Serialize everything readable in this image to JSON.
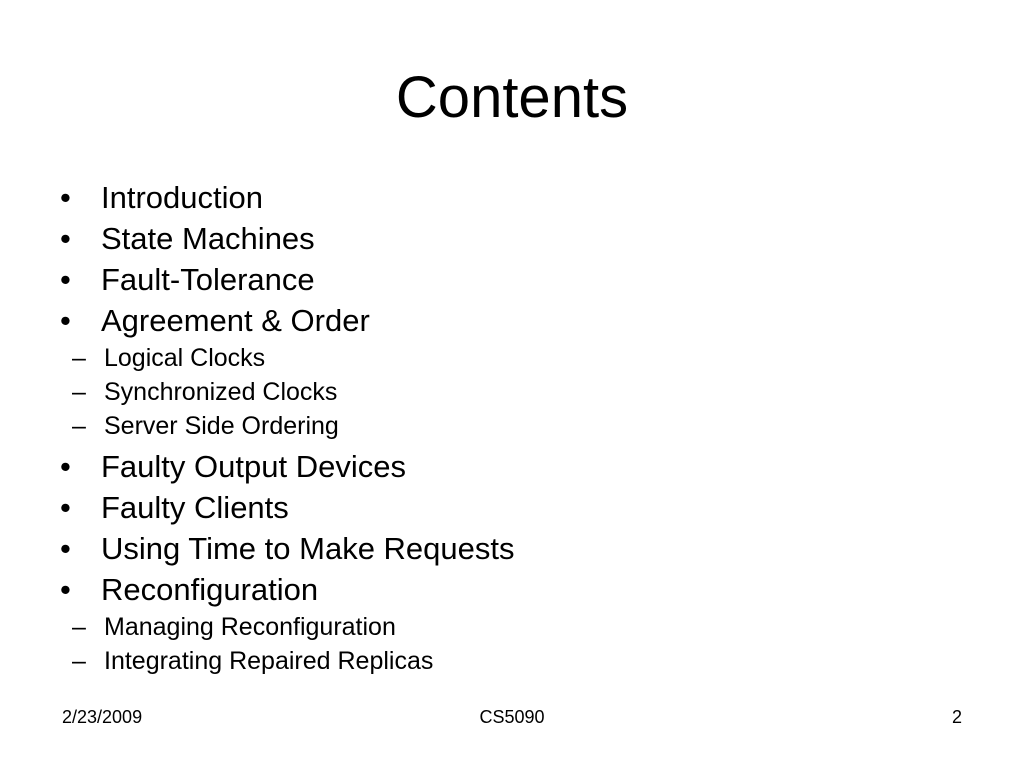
{
  "title": "Contents",
  "bullet_glyph": "•",
  "sub_bullet_glyph": "–",
  "items": [
    {
      "label": "Introduction",
      "subitems": []
    },
    {
      "label": "State Machines",
      "subitems": []
    },
    {
      "label": "Fault-Tolerance",
      "subitems": []
    },
    {
      "label": "Agreement & Order",
      "subitems": [
        "Logical Clocks",
        "Synchronized Clocks",
        "Server Side Ordering"
      ]
    },
    {
      "label": "Faulty Output Devices",
      "subitems": []
    },
    {
      "label": "Faulty Clients",
      "subitems": []
    },
    {
      "label": "Using Time to Make Requests",
      "subitems": []
    },
    {
      "label": "Reconfiguration",
      "subitems": [
        "Managing Reconfiguration",
        "Integrating Repaired Replicas"
      ]
    }
  ],
  "footer": {
    "date": "2/23/2009",
    "course": "CS5090",
    "page_number": "2"
  }
}
